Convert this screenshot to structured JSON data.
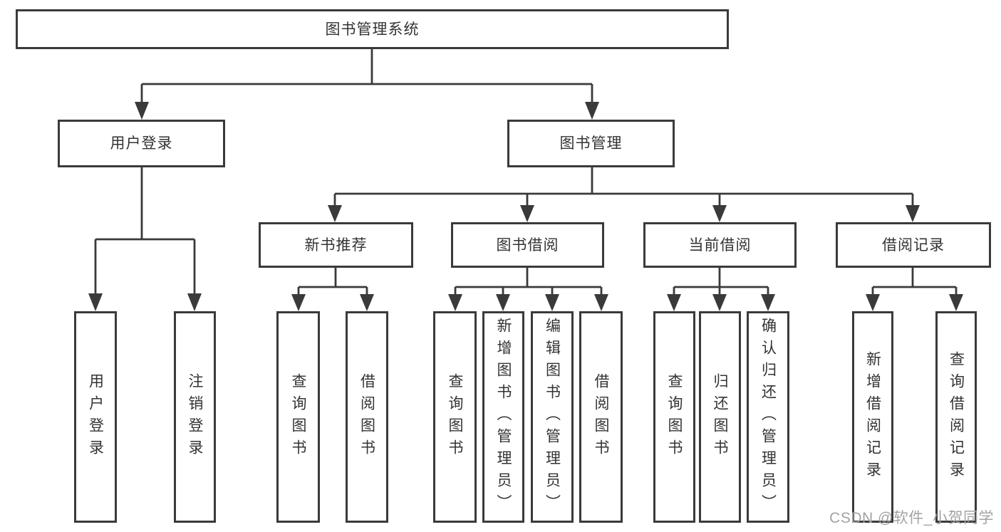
{
  "diagram": {
    "title": "图书管理系统",
    "colors": {
      "line": "#3a3a3a",
      "border": "#3a3a3a",
      "text": "#333333",
      "background": "#ffffff",
      "watermark": "#a3a3a3"
    },
    "nodes": {
      "root": {
        "label": "图书管理系统"
      },
      "level2": [
        {
          "label": "用户登录"
        },
        {
          "label": "图书管理"
        }
      ],
      "level3": [
        {
          "label": "新书推荐",
          "parent": "图书管理"
        },
        {
          "label": "图书借阅",
          "parent": "图书管理"
        },
        {
          "label": "当前借阅",
          "parent": "图书管理"
        },
        {
          "label": "借阅记录",
          "parent": "图书管理"
        }
      ],
      "leaves": [
        {
          "label": "用户登录",
          "parent": "用户登录"
        },
        {
          "label": "注销登录",
          "parent": "用户登录"
        },
        {
          "label": "查询图书",
          "parent": "新书推荐"
        },
        {
          "label": "借阅图书",
          "parent": "新书推荐"
        },
        {
          "label": "查询图书",
          "parent": "图书借阅"
        },
        {
          "label": "新增图书（管理员）",
          "parent": "图书借阅"
        },
        {
          "label": "编辑图书（管理员）",
          "parent": "图书借阅"
        },
        {
          "label": "借阅图书",
          "parent": "图书借阅"
        },
        {
          "label": "查询图书",
          "parent": "当前借阅"
        },
        {
          "label": "归还图书",
          "parent": "当前借阅"
        },
        {
          "label": "确认归还（管理员）",
          "parent": "当前借阅"
        },
        {
          "label": "新增借阅记录",
          "parent": "借阅记录"
        },
        {
          "label": "查询借阅记录",
          "parent": "借阅记录"
        }
      ]
    },
    "watermark": "CSDN @软件_小贺同学"
  }
}
